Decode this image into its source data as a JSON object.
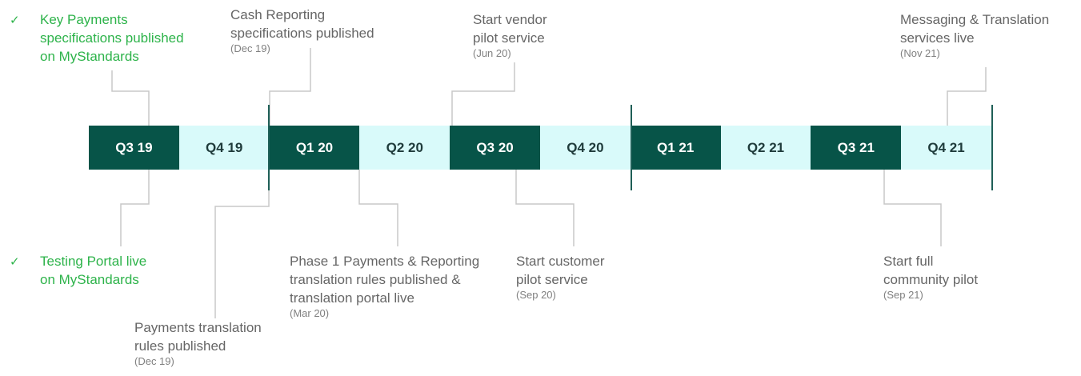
{
  "colors": {
    "dark": "#075448",
    "light": "#d9fafa",
    "green": "#2db34a",
    "text": "#666666",
    "line": "#c8c8c8"
  },
  "quarters": [
    {
      "label": "Q3 19",
      "style": "dark"
    },
    {
      "label": "Q4 19",
      "style": "light"
    },
    {
      "label": "Q1 20",
      "style": "dark"
    },
    {
      "label": "Q2 20",
      "style": "light"
    },
    {
      "label": "Q3 20",
      "style": "dark"
    },
    {
      "label": "Q4 20",
      "style": "light"
    },
    {
      "label": "Q1 21",
      "style": "dark"
    },
    {
      "label": "Q2 21",
      "style": "light"
    },
    {
      "label": "Q3 21",
      "style": "dark"
    },
    {
      "label": "Q4 21",
      "style": "light"
    }
  ],
  "milestones": {
    "key_payments": {
      "text": "Key Payments\nspecifications published\non MyStandards",
      "completed": true
    },
    "cash_reporting": {
      "text": "Cash Reporting\nspecifications published",
      "date": "(Dec 19)"
    },
    "vendor_pilot": {
      "text": "Start vendor\npilot service",
      "date": "(Jun 20)"
    },
    "messaging_translation": {
      "text": "Messaging & Translation\nservices live",
      "date": "(Nov 21)"
    },
    "testing_portal": {
      "text": "Testing Portal live\non MyStandards",
      "completed": true
    },
    "phase1": {
      "text": "Phase 1 Payments & Reporting\ntranslation rules published &\ntranslation portal live",
      "date": "(Mar 20)"
    },
    "customer_pilot": {
      "text": "Start customer\npilot service",
      "date": "(Sep 20)"
    },
    "community_pilot": {
      "text": "Start full\ncommunity pilot",
      "date": "(Sep 21)"
    },
    "payments_translation": {
      "text": "Payments translation\nrules published",
      "date": "(Dec 19)"
    }
  },
  "check_icon": "check-icon"
}
